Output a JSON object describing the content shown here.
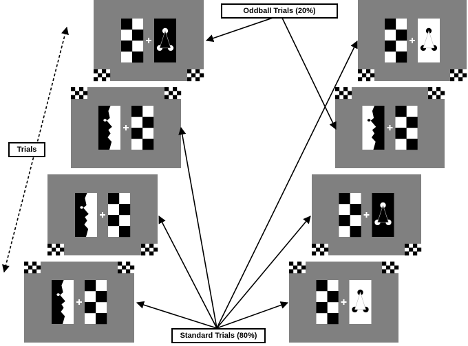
{
  "labels": {
    "oddball": "Oddball Trials (20%)",
    "trials": "Trials",
    "standard": "Standard Trials (80%)"
  },
  "colors": {
    "screen_bg": "#808080",
    "stimulus_white": "#ffffff",
    "stimulus_black": "#000000",
    "fixation_cross": "#ffffff",
    "arrows": "#000000"
  },
  "screens": [
    {
      "id": "left-1",
      "column": "left",
      "trial_type": "oddball",
      "stimulus_left": "checkerboard",
      "stimulus_right": "kanizsa-black",
      "marker_corners": "bottom"
    },
    {
      "id": "left-2",
      "column": "left",
      "trial_type": "standard",
      "stimulus_left": "face-white",
      "stimulus_right": "checkerboard",
      "marker_corners": "top"
    },
    {
      "id": "left-3",
      "column": "left",
      "trial_type": "standard",
      "stimulus_left": "face-white",
      "stimulus_right": "checkerboard",
      "marker_corners": "bottom"
    },
    {
      "id": "left-4",
      "column": "left",
      "trial_type": "standard",
      "stimulus_left": "face-white",
      "stimulus_right": "checkerboard",
      "marker_corners": "top"
    },
    {
      "id": "right-1",
      "column": "right",
      "trial_type": "standard",
      "stimulus_left": "checkerboard",
      "stimulus_right": "kanizsa-white",
      "marker_corners": "bottom"
    },
    {
      "id": "right-2",
      "column": "right",
      "trial_type": "oddball",
      "stimulus_left": "face-black",
      "stimulus_right": "checkerboard",
      "marker_corners": "top"
    },
    {
      "id": "right-3",
      "column": "right",
      "trial_type": "standard",
      "stimulus_left": "checkerboard",
      "stimulus_right": "kanizsa-black",
      "marker_corners": "bottom"
    },
    {
      "id": "right-4",
      "column": "right",
      "trial_type": "standard",
      "stimulus_left": "checkerboard",
      "stimulus_right": "kanizsa-white",
      "marker_corners": "top"
    }
  ]
}
